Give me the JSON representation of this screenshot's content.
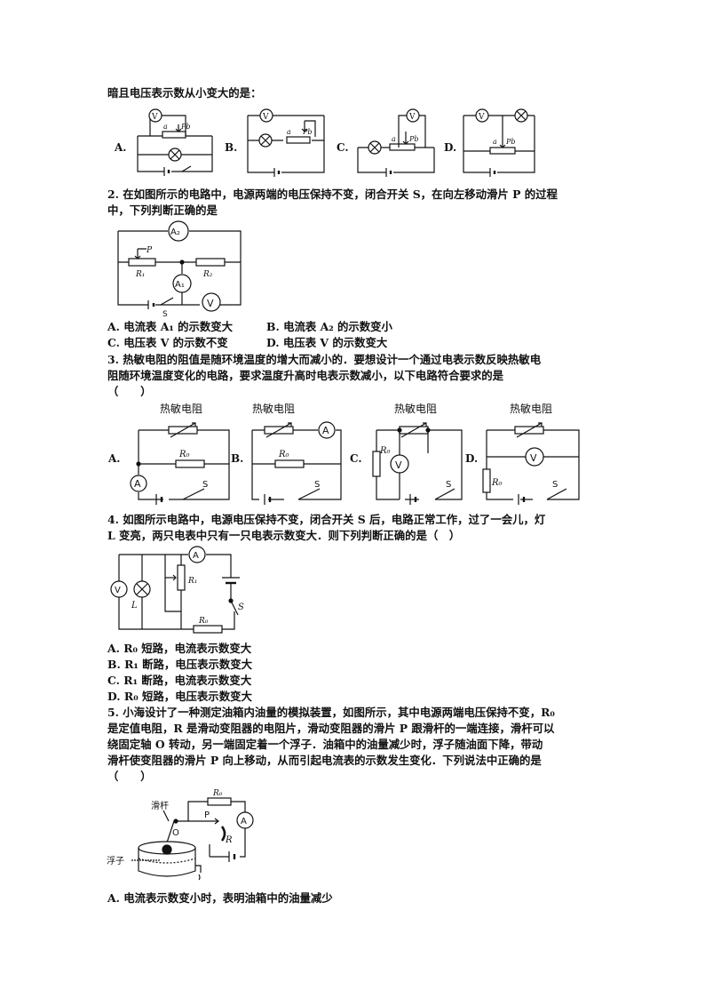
{
  "intro": "暗且电压表示数从小变大的是：",
  "q1": {
    "options": [
      "A.",
      "B.",
      "C.",
      "D."
    ]
  },
  "q2": {
    "line1": "2. 在如图所示的电路中，电源两端的电压保持不变，闭合开关 S，在向左移动滑片 P 的过程",
    "line2": "中，下列判断正确的是",
    "labels": {
      "a2": "A₂",
      "a1": "A₁",
      "v": "V",
      "p": "P",
      "r1": "R₁",
      "r2": "R₂",
      "s": "S"
    },
    "opt_a": "A.  电流表 A₁ 的示数变大",
    "opt_b": "B.  电流表 A₂ 的示数变小",
    "opt_c": "C.  电压表 V 的示数不变",
    "opt_d": "D.  电压表 V 的示数变大"
  },
  "q3": {
    "line1": "3. 热敏电阻的阻值是随环境温度的增大而减小的．要想设计一个通过电表示数反映热敏电",
    "line2": "阻随环境温度变化的电路，要求温度升高时电表示数减小，以下电路符合要求的是",
    "line3": "（　　）",
    "thermistor": "热敏电阻",
    "r0": "R₀",
    "a": "A",
    "v": "V",
    "s": "S",
    "options": [
      "A.",
      "B.",
      "C.",
      "D."
    ]
  },
  "q4": {
    "line1": "4.  如图所示电路中，电源电压保持不变，闭合开关 S 后，电路正常工作，过了一会儿，灯",
    "line2": "L 变亮，两只电表中只有一只电表示数变大．则下列判断正确的是（　）",
    "labels": {
      "v": "V",
      "a": "A",
      "l": "L",
      "r1": "R₁",
      "r0": "R₀",
      "s": "S"
    },
    "opt_a": "A.  R₀ 短路，电流表示数变大",
    "opt_b": "B.  R₁ 断路，电压表示数变大",
    "opt_c": "C.  R₁ 断路，电流表示数变大",
    "opt_d": "D.  R₀ 短路，电压表示数变大"
  },
  "q5": {
    "line1": "5. 小海设计了一种测定油箱内油量的模拟装置，如图所示，其中电源两端电压保持不变，R₀",
    "line2": "是定值电阻，R 是滑动变阻器的电阻片，滑动变阻器的滑片 P 跟滑杆的一端连接，滑杆可以",
    "line3": "绕固定轴 O 转动，另一端固定着一个浮子．油箱中的油量减少时，浮子随油面下降，带动",
    "line4": "滑杆使变阻器的滑片 P 向上移动，从而引起电流表的示数发生变化．下列说法中正确的是",
    "line5": "（　　）",
    "labels": {
      "lever": "滑杆",
      "float": "浮子",
      "p": "P",
      "o": "O",
      "r": "R",
      "r0": "R₀",
      "a": "A"
    },
    "opt_a": "A.  电流表示数变小时，表明油箱中的油量减少"
  }
}
